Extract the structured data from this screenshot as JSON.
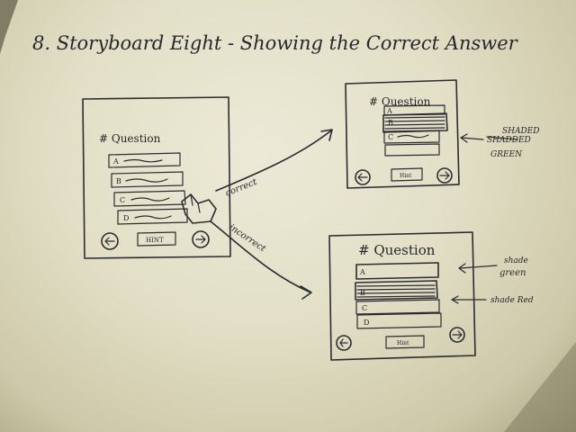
{
  "title": "8. Storyboard Eight - Showing the Correct Answer",
  "transitions": {
    "correct": "correct",
    "incorrect": "incorrect"
  },
  "screens": {
    "main": {
      "question": "# Question",
      "options": [
        "A",
        "B",
        "C",
        "D"
      ],
      "hint_button": "HINT",
      "prev_icon": "left-arrow-icon",
      "next_icon": "right-arrow-icon"
    },
    "correct": {
      "question": "# Question",
      "options": [
        "A",
        "B",
        "C"
      ],
      "hint_button": "Hint",
      "annotation_struck": "SHADDED",
      "annotation_line1": "SHADED",
      "annotation_line2": "GREEN"
    },
    "incorrect": {
      "question": "# Question",
      "options": [
        "A",
        "B",
        "C",
        "D"
      ],
      "hint_button": "Hint",
      "annotation_green_line1": "shade",
      "annotation_green_line2": "green",
      "annotation_red": "shade Red"
    }
  },
  "colors": {
    "paper": "#e6e3cb",
    "ink": "#2b2c33"
  }
}
